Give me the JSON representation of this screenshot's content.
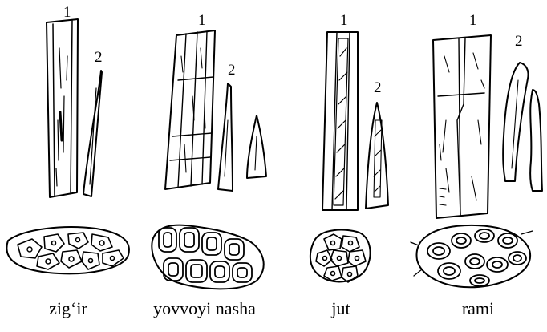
{
  "figure": {
    "panels": [
      {
        "id": "zigir",
        "caption": "zig‘ir",
        "fiber_label": "1",
        "cell_label": "2"
      },
      {
        "id": "nasha",
        "caption": "yovvoyi  nasha",
        "fiber_label": "1",
        "cell_label": "2"
      },
      {
        "id": "jut",
        "caption": "jut",
        "fiber_label": "1",
        "cell_label": "2"
      },
      {
        "id": "rami",
        "caption": "rami",
        "fiber_label": "1",
        "cell_label": "2"
      }
    ]
  }
}
